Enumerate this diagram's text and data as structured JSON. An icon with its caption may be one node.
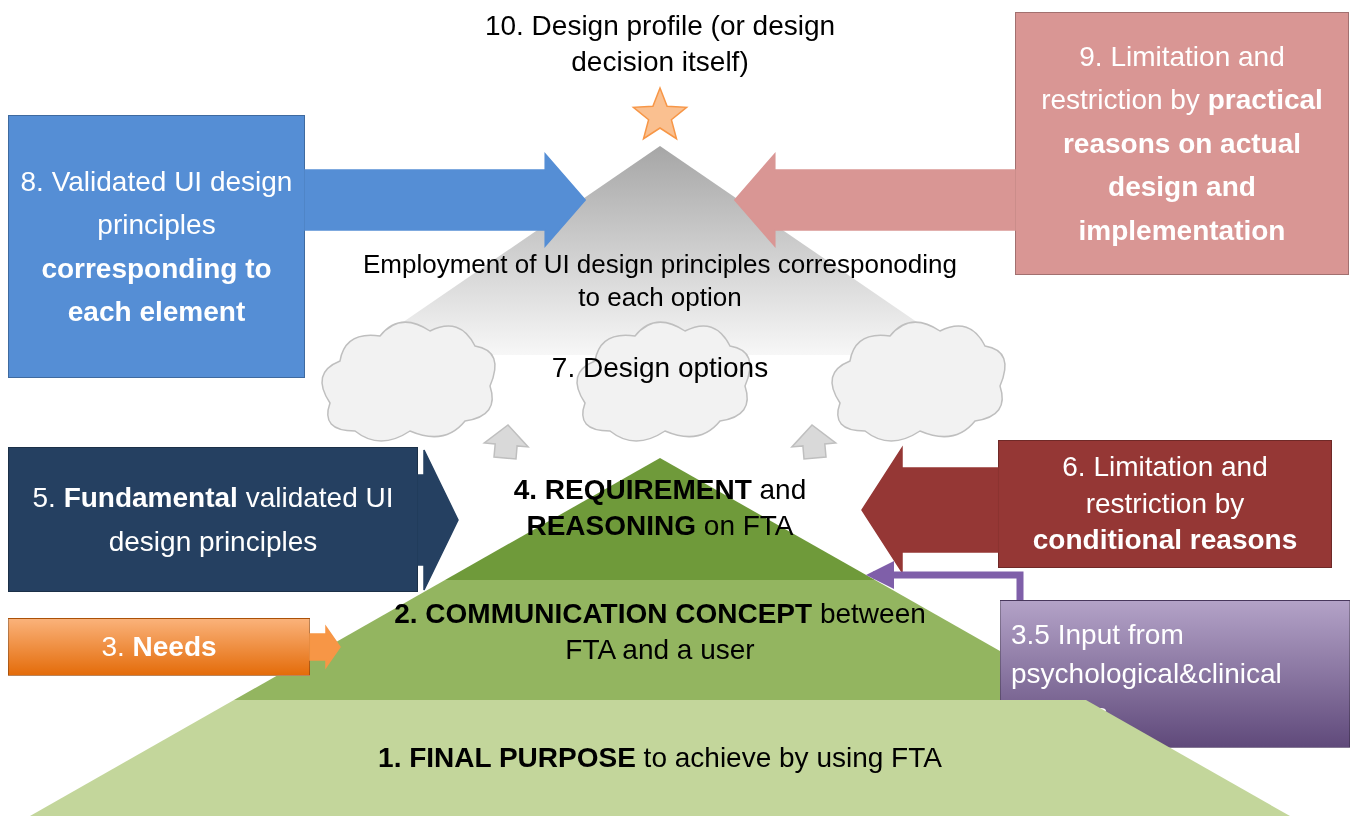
{
  "diagram": {
    "nodes": [
      {
        "text": [
          "10. Design profile (or design decision itself)"
        ]
      },
      {
        "text": [
          "Employment of UI design principles corresponoding to each option"
        ]
      },
      {
        "text": [
          "7. Design options"
        ]
      },
      {
        "text": [
          "8. Validated UI design principles **corresponding to each element**"
        ]
      },
      {
        "text": [
          "9. Limitation and restriction by **practical reasons on actual design and implementation**"
        ]
      },
      {
        "text": [
          "**4. REQUIREMENT** and **REASONING** on FTA"
        ]
      },
      {
        "text": [
          "5. **Fundamental** validated UI design principles"
        ]
      },
      {
        "text": [
          "6. Limitation and restriction by **conditional reasons**"
        ]
      },
      {
        "text": [
          "**2. COMMUNICATION CONCEPT** between FTA and a user"
        ]
      },
      {
        "text": [
          "3. **Needs**"
        ]
      },
      {
        "text": [
          "3.5 Input from psychological&clinical aspects"
        ]
      },
      {
        "text": [
          "**1. FINAL PURPOSE** to achieve by using FTA"
        ]
      }
    ],
    "edges": [
      {
        "from": 3,
        "to": 1,
        "arrow": "to",
        "color": "#558ed5"
      },
      {
        "from": 4,
        "to": 1,
        "arrow": "to",
        "color": "#d99694"
      },
      {
        "from": 6,
        "to": 5,
        "arrow": "to",
        "color": "#254061"
      },
      {
        "from": 7,
        "to": 5,
        "arrow": "to",
        "color": "#953735"
      },
      {
        "from": 9,
        "to": 8,
        "arrow": "to",
        "color": "#f79646"
      },
      {
        "from": 5,
        "to": 2,
        "arrow": "to",
        "color": "#d9d9d9"
      },
      {
        "from": 5,
        "to": 2,
        "arrow": "to",
        "color": "#d9d9d9"
      },
      {
        "from": 10,
        "to": 5,
        "arrow": "to",
        "color": "#7f5fa9"
      }
    ]
  }
}
